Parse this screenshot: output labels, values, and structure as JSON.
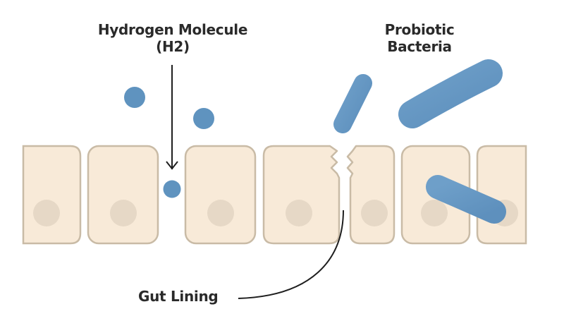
{
  "diagram": {
    "title": "Hydrogen, probiotic bacteria and gut lining",
    "labels": {
      "hydrogen": {
        "line1": "Hydrogen Molecule",
        "line2": "(H2)"
      },
      "bacteria": {
        "line1": "Probiotic",
        "line2": "Bacteria"
      },
      "gut_lining": "Gut Lining"
    },
    "colors": {
      "cell_fill": "#f8ead8",
      "cell_stroke": "#c9bba6",
      "nucleus": "#e6d8c6",
      "molecule": "#5f93bf",
      "bacteria": "#6b9cc6",
      "arrow": "#1e1e1e",
      "text": "#2a2a2a",
      "background": "#ffffff"
    },
    "elements": {
      "cells_count": 7,
      "hydrogen_molecules_count": 3,
      "bacteria_count": 3,
      "damaged_junction": "tight-junction gap between cell 4 and cell 5"
    }
  }
}
